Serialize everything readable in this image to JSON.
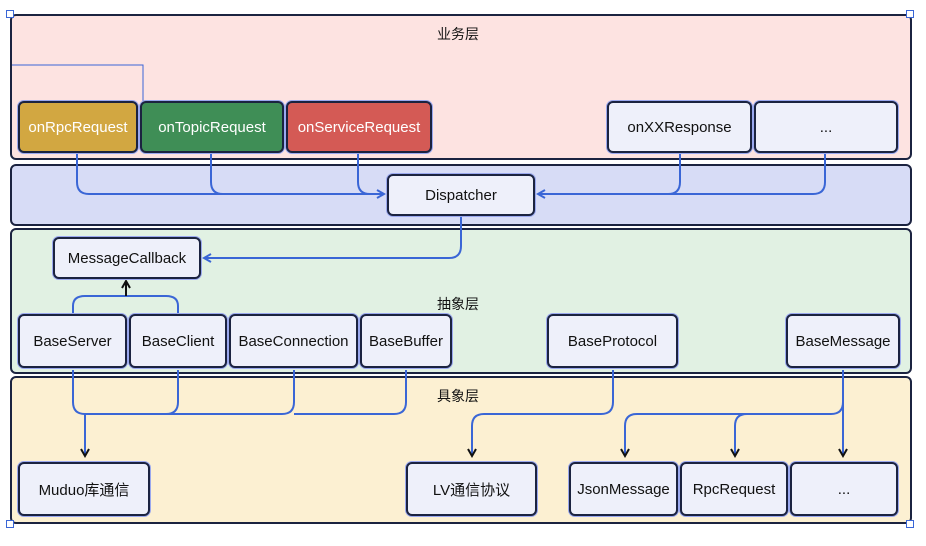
{
  "layers": {
    "business": {
      "title": "业务层",
      "color": "#fde3e1"
    },
    "dispatch": {
      "title": "",
      "color": "#d7dcf6"
    },
    "abstract": {
      "title": "抽象层",
      "color": "#e1f1e3"
    },
    "concrete": {
      "title": "具象层",
      "color": "#fcf0d2"
    }
  },
  "business": {
    "rpc_request": "onRpcRequest",
    "topic_request": "onTopicRequest",
    "service_request": "onServiceRequest",
    "xx_response": "onXXResponse",
    "more": "..."
  },
  "dispatcher": "Dispatcher",
  "abstract": {
    "message_callback": "MessageCallback",
    "base_server": "BaseServer",
    "base_client": "BaseClient",
    "base_connection": "BaseConnection",
    "base_buffer": "BaseBuffer",
    "base_protocol": "BaseProtocol",
    "base_message": "BaseMessage"
  },
  "concrete": {
    "muduo": "Muduo库通信",
    "lv_protocol": "LV通信协议",
    "json_message": "JsonMessage",
    "rpc_request": "RpcRequest",
    "more": "..."
  },
  "colors": {
    "arrow": "#3a66d6",
    "rpc_box": "#d2a741",
    "topic_box": "#3f8e56",
    "service_box": "#d45a55"
  }
}
